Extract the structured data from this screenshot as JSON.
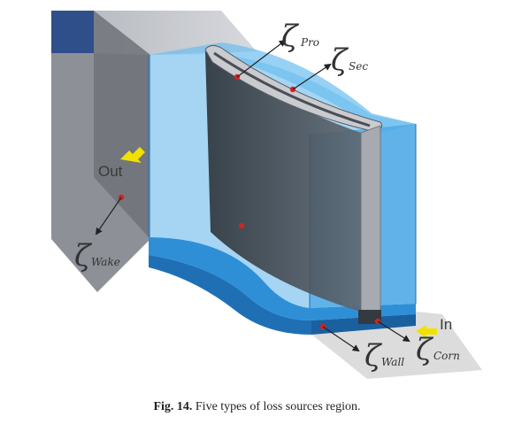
{
  "labels": {
    "pro": {
      "symbol": "ζ",
      "sub": "Pro"
    },
    "sec": {
      "symbol": "ζ",
      "sub": "Sec"
    },
    "wake": {
      "symbol": "ζ",
      "sub": "Wake"
    },
    "wall": {
      "symbol": "ζ",
      "sub": "Wall"
    },
    "corn": {
      "symbol": "ζ",
      "sub": "Corn"
    },
    "outlet": "Out",
    "inlet": "In"
  },
  "caption": {
    "lead": "Fig. 14.",
    "text": " Five types of loss sources region."
  },
  "colors": {
    "passage": "#5db3ea",
    "endwall": "#1f7fc6",
    "duct": "#8d9097",
    "dark_duct": "#2f4f8a",
    "blade": "#3b4047",
    "marker": "#d32222",
    "arrow": "#f2e100"
  }
}
